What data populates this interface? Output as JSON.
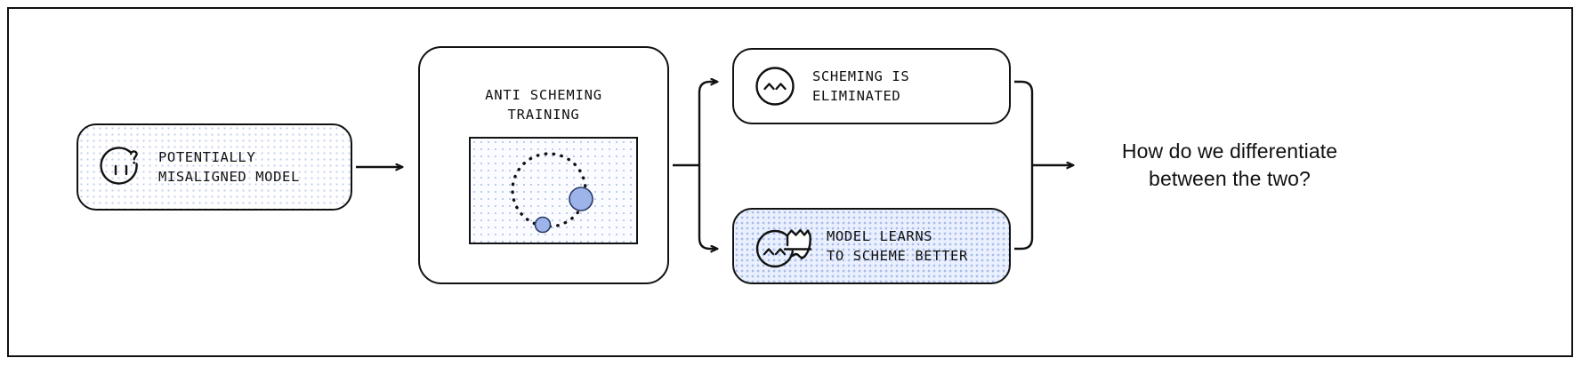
{
  "diagram": {
    "title": "Anti-scheming training outcomes flow",
    "colors": {
      "stroke": "#111111",
      "blue_fill": "#8fa9e8",
      "blue_tint_bg": "#eaf0fd",
      "dot_light": "#c3cef2",
      "background": "#ffffff"
    },
    "nodes": {
      "misaligned": {
        "label": "POTENTIALLY\nMISALIGNED MODEL",
        "icon": "confused-face-icon"
      },
      "training": {
        "label": "ANTI SCHEMING\nTRAINING",
        "panel": {
          "dashed_circle": true,
          "markers": [
            {
              "name": "large-blue-dot",
              "size": 22
            },
            {
              "name": "small-blue-dot",
              "size": 14
            }
          ]
        }
      },
      "eliminated": {
        "label": "SCHEMING IS\nELIMINATED",
        "icon": "content-face-icon"
      },
      "scheme_better": {
        "label": "MODEL LEARNS\nTO SCHEME BETTER",
        "icon": "masked-face-icon"
      }
    },
    "final_question": "How do we differentiate\nbetween the two?"
  }
}
